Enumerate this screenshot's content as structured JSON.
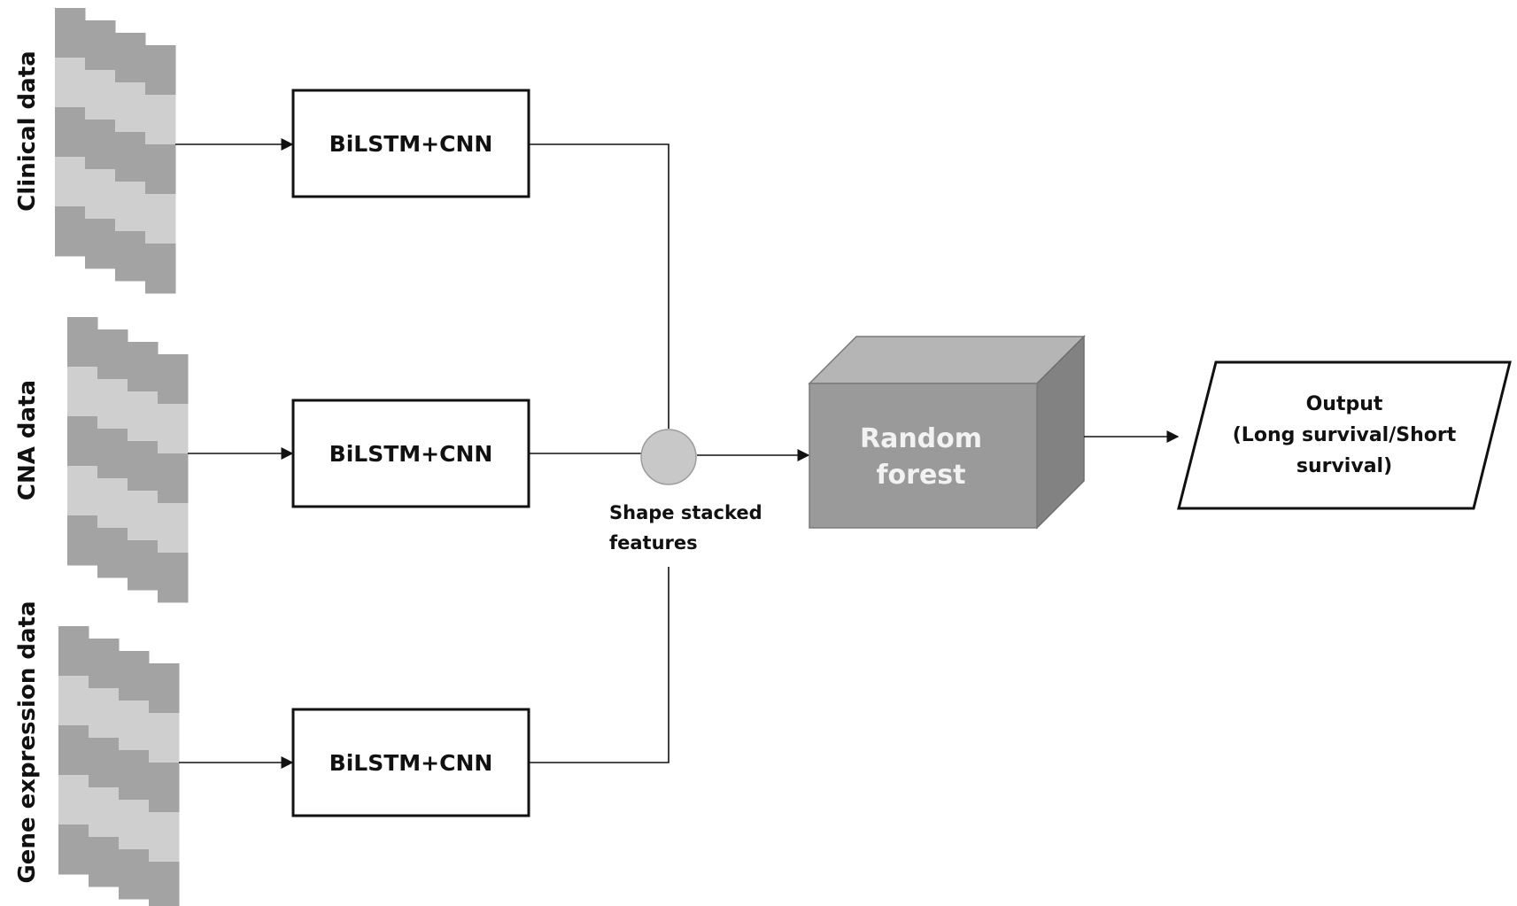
{
  "inputs": [
    {
      "label": "Clinical data"
    },
    {
      "label": "CNA data"
    },
    {
      "label": "Gene expression data"
    }
  ],
  "model_label": "BiLSTM+CNN",
  "merge": {
    "line1": "Shape stacked",
    "line2": "features"
  },
  "classifier": {
    "line1": "Random",
    "line2": "forest"
  },
  "output": {
    "line1": "Output",
    "line2": "(Long survival/Short",
    "line3": "survival)"
  },
  "colors": {
    "stack_dark": "#a3a3a3",
    "stack_light": "#cfcfcf",
    "line": "#111111",
    "merge_node": "#c8c8c8",
    "box_front": "#9a9a9a",
    "box_top": "#b5b5b5",
    "box_side": "#828282"
  }
}
